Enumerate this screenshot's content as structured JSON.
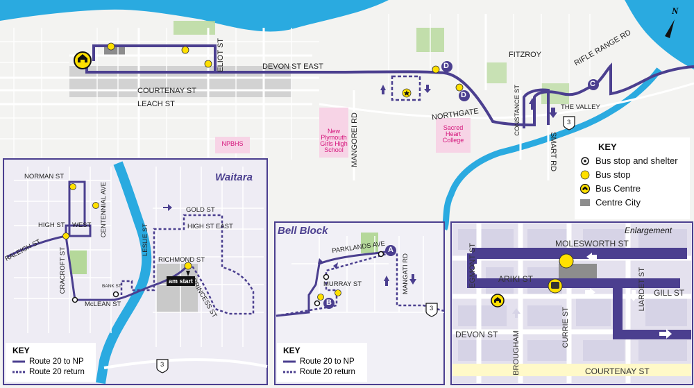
{
  "colors": {
    "route": "#4b3f8f",
    "water": "#2aaae0",
    "park": "#b5d89a",
    "school": "#f7d4e6",
    "centre": "#8d8d8d",
    "stop": "#ffe000"
  },
  "main_map": {
    "streets": [
      "ELIOT ST",
      "DEVON ST EAST",
      "COURTENAY ST",
      "LEACH ST",
      "FITZROY",
      "RIFLE RANGE RD",
      "NORTHGATE",
      "CONSTANCE ST",
      "SMART RD",
      "THE VALLEY",
      "MANGOREI RD"
    ],
    "schools": [
      "NPBHS",
      "New Plymouth Girls High School",
      "Sacred Heart College"
    ],
    "markers": [
      "D",
      "D",
      "C"
    ],
    "highway": "3",
    "north": "N"
  },
  "key": {
    "title": "KEY",
    "items": [
      "Bus stop and shelter",
      "Bus stop",
      "Bus Centre",
      "Centre City"
    ]
  },
  "waitara": {
    "title": "Waitara",
    "streets": [
      "NORMAN ST",
      "CENTENNIAL AVE",
      "HIGH ST",
      "WEST",
      "RALEIGH ST",
      "CRACROFT ST",
      "BANK ST",
      "McLEAN ST",
      "LESLIE ST",
      "GOLD ST",
      "HIGH ST EAST",
      "RICHMOND ST",
      "PRINCESS ST"
    ],
    "am_start": "am start",
    "highway": "3",
    "key": {
      "title": "KEY",
      "items": [
        "Route 20 to NP",
        "Route 20 return"
      ]
    }
  },
  "bell_block": {
    "title": "Bell Block",
    "streets": [
      "PARKLANDS AVE",
      "MURRAY ST",
      "MANGATI RD"
    ],
    "markers": [
      "A",
      "B"
    ],
    "highway": "3",
    "key": {
      "title": "KEY",
      "items": [
        "Route 20 to NP",
        "Route 20 return"
      ]
    }
  },
  "enlargement": {
    "title": "Enlargement",
    "streets": [
      "MOLESWORTH ST",
      "EGMONT ST",
      "ARIKI ST",
      "GILL ST",
      "LIARDET ST",
      "DEVON ST",
      "BROUGHAM",
      "CURRIE ST",
      "COURTENAY ST"
    ]
  }
}
